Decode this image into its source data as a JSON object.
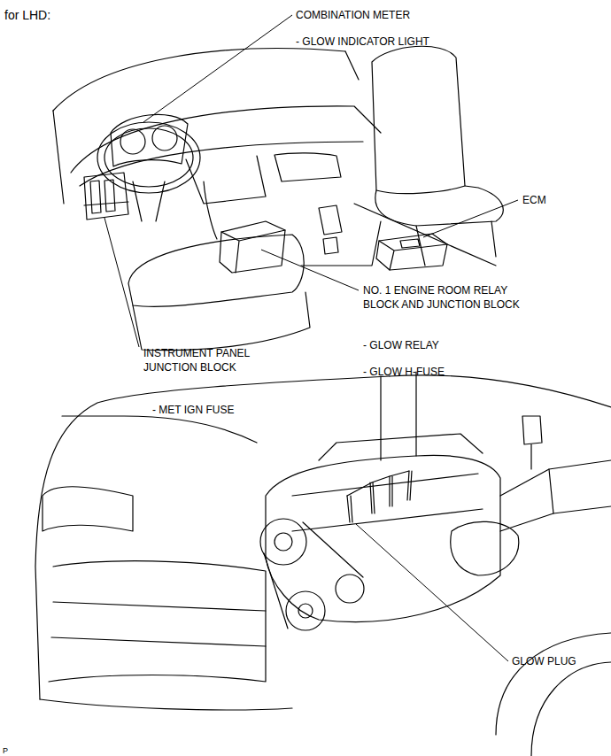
{
  "diagram": {
    "title": "for LHD:",
    "labels": [
      "COMBINATION METER",
      "- GLOW INDICATOR LIGHT",
      "ECM",
      "NO. 1 ENGINE ROOM RELAY BLOCK AND JUNCTION BLOCK",
      "- GLOW RELAY",
      "- GLOW H-FUSE",
      "INSTRUMENT PANEL JUNCTION BLOCK",
      "- MET IGN FUSE",
      "GLOW PLUG",
      "P"
    ]
  }
}
